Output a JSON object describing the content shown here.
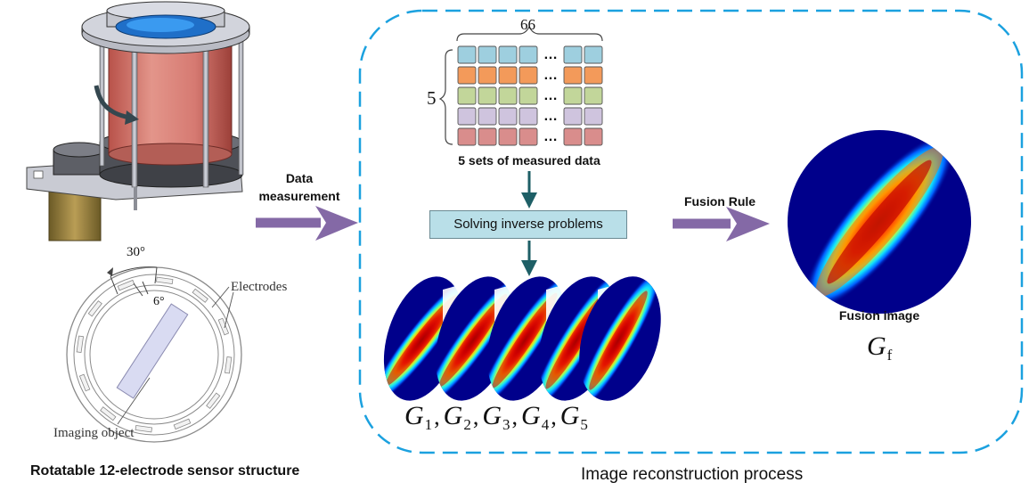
{
  "sensor": {
    "title": "Rotatable 12-electrode sensor structure",
    "angle_large": "30°",
    "angle_small": "6°",
    "electrodes_label": "Electrodes",
    "imaging_object_label": "Imaging object"
  },
  "arrows": {
    "data_measurement": [
      "Data",
      "measurement"
    ],
    "fusion_rule": "Fusion Rule"
  },
  "process": {
    "title": "Image reconstruction process",
    "matrix": {
      "cols_label": "66",
      "rows_label": "5",
      "caption": "5 sets of measured data",
      "ellipsis": "…",
      "row_colors": [
        "#9ecfdf",
        "#f39a5a",
        "#c2d69a",
        "#cfc4de",
        "#d98d8c"
      ]
    },
    "inverse_box": "Solving inverse problems",
    "g_labels": [
      {
        "base": "G",
        "sub": "1"
      },
      {
        "base": "G",
        "sub": "2"
      },
      {
        "base": "G",
        "sub": "3"
      },
      {
        "base": "G",
        "sub": "4"
      },
      {
        "base": "G",
        "sub": "5"
      }
    ],
    "g_separator": ","
  },
  "fusion": {
    "caption": "Fusion image",
    "label_base": "G",
    "label_sub": "f"
  },
  "colors": {
    "dashed_border": "#1ba1df",
    "process_arrow": "#8469a6",
    "down_arrow": "#1e5f66",
    "box_fill": "#b9dfe8",
    "image_background": "#00008b"
  }
}
